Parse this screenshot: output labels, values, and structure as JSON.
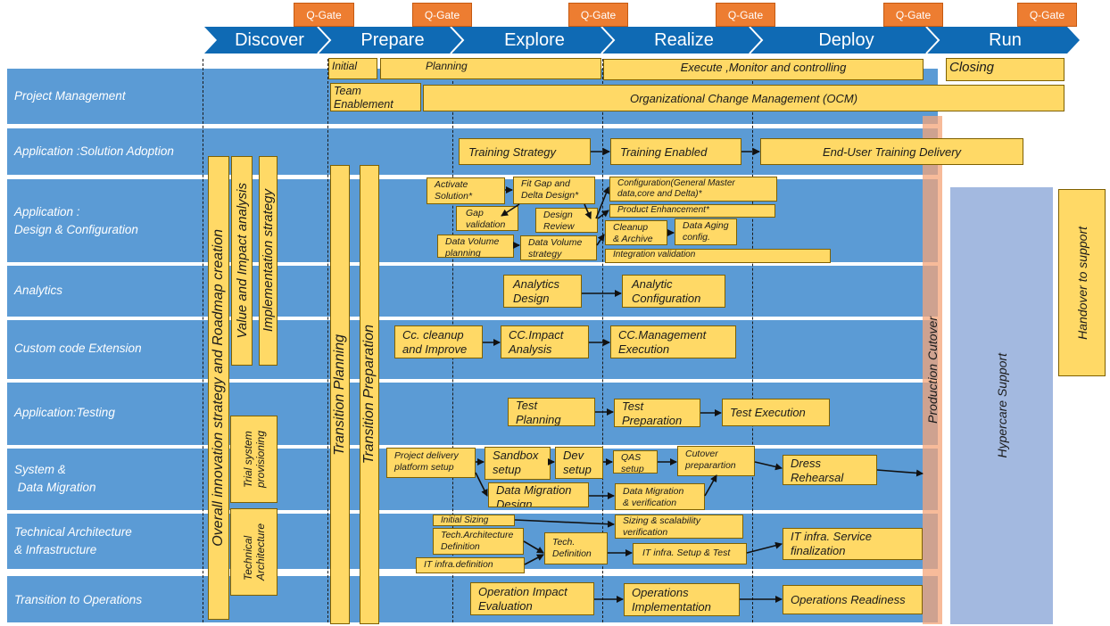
{
  "phases": [
    "Discover",
    "Prepare",
    "Explore",
    "Realize",
    "Deploy",
    "Run"
  ],
  "qgate_label": "Q-Gate",
  "rows": [
    "Project Management",
    "Application :Solution Adoption",
    "Application :\nDesign & Configuration",
    "Analytics",
    "Custom code Extension",
    "Application:Testing",
    "System &\n Data Migration",
    "Technical Architecture\n& Infrastructure",
    "Transition to Operations"
  ],
  "pm": {
    "initial": "Initial",
    "planning": "Planning",
    "execute": "Execute ,Monitor and controlling",
    "closing": "Closing",
    "team_enablement": "Team\nEnablement",
    "ocm": "Organizational Change Management (OCM)"
  },
  "vertical": {
    "overall": "Overall innovation strategy and Roadmap creation",
    "value": "Value and Impact analysis",
    "implementation": "Implementation strategy",
    "trial": "Trial system\nprovisioning",
    "tech_arch": "Technical\nArchitecture",
    "transition_planning": "Transition Planning",
    "transition_prep": "Transition Preparation",
    "cutover": "Production Cutover",
    "hypercare": "Hypercare Support",
    "handover": "Handover to support"
  },
  "adoption": {
    "training_strategy": "Training Strategy",
    "training_enabled": "Training Enabled",
    "end_user": "End-User Training Delivery"
  },
  "design": {
    "activate": "Activate\nSolution*",
    "fitgap": "Fit Gap and\nDelta Design*",
    "config": "Configuration(General Master\ndata,core and Delta)*",
    "product": "Product Enhancement*",
    "gap_validation": "Gap\nvalidation",
    "design_review": "Design\nReview",
    "cleanup": "Cleanup\n& Archive",
    "data_aging": "Data Aging\nconfig.",
    "dv_planning": "Data Volume\nplanning",
    "dv_strategy": "Data Volume\nstrategy",
    "integration": "Integration validation"
  },
  "analytics": {
    "design": "Analytics\nDesign",
    "config": "Analytic\nConfiguration"
  },
  "custom": {
    "cleanup": "Cc. cleanup\nand Improve",
    "impact": "CC.Impact\nAnalysis",
    "mgmt": "CC.Management\nExecution"
  },
  "testing": {
    "planning": "Test\nPlanning",
    "preparation": "Test\nPreparation",
    "execution": "Test Execution"
  },
  "migration": {
    "platform": "Project delivery\nplatform setup",
    "sandbox": "Sandbox\nsetup",
    "dev": "Dev\nsetup",
    "qas": "QAS\nsetup",
    "cutover_prep": "Cutover\npreparartion",
    "dress": "Dress\nRehearsal",
    "dm_design": "Data Migration\nDesign",
    "dm_verify": "Data Migration\n& verification"
  },
  "tech": {
    "initial_sizing": "Initial Sizing",
    "sizing": "Sizing & scalability\nverification",
    "arch_def": "Tech.Architecture\nDefinition",
    "tech_def": "Tech.\nDefinition",
    "infra_def": "IT infra.definition",
    "infra_setup": "IT infra. Setup & Test",
    "infra_final": "IT infra. Service\nfinalization"
  },
  "ops": {
    "impact": "Operation Impact\nEvaluation",
    "impl": "Operations\nImplementation",
    "readiness": "Operations Readiness"
  }
}
